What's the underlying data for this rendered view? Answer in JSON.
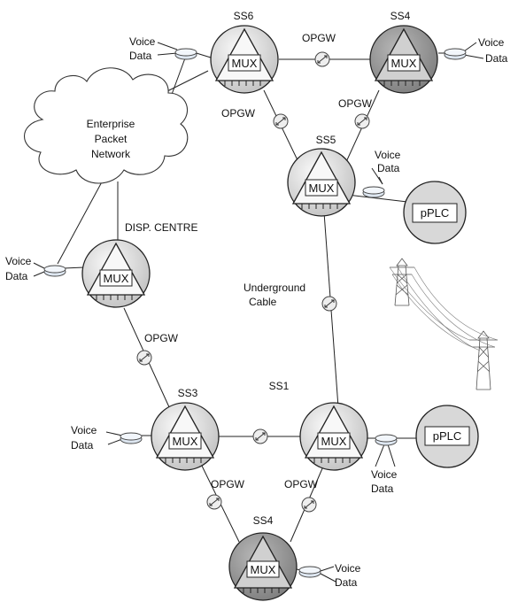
{
  "network": {
    "cloud_lines": [
      "Enterprise",
      "Packet",
      "Network"
    ],
    "nodes": {
      "ss6": {
        "name": "SS6",
        "mux": "MUX",
        "voice": "Voice",
        "data": "Data"
      },
      "ss4_top": {
        "name": "SS4",
        "mux": "MUX",
        "voice": "Voice",
        "data": "Data"
      },
      "ss5": {
        "name": "SS5",
        "mux": "MUX",
        "voice": "Voice",
        "data": "Data"
      },
      "disp": {
        "name": "DISP. CENTRE",
        "mux": "MUX",
        "voice": "Voice",
        "data": "Data"
      },
      "ss3": {
        "name": "SS3",
        "mux": "MUX",
        "voice": "Voice",
        "data": "Data"
      },
      "ss1": {
        "name": "SS1",
        "mux": "MUX",
        "voice": "Voice",
        "data": "Data"
      },
      "ss4_bottom": {
        "name": "SS4",
        "mux": "MUX",
        "voice": "Voice",
        "data": "Data"
      }
    },
    "pplc_upper": "pPLC",
    "pplc_lower": "pPLC",
    "link_labels": {
      "ss6_ss4": "OPGW",
      "ss6_ss5": "OPGW",
      "ss4_ss5": "OPGW",
      "underground_line1": "Underground",
      "underground_line2": "Cable",
      "disp_ss3": "OPGW",
      "ss3_ss4": "OPGW",
      "ss1_ss4": "OPGW"
    },
    "colors": {
      "mux_light": "#efefef",
      "mux_dark": "#9a9a9a",
      "triangle_light": "#f8f8f8",
      "triangle_dark": "#cfcfcf"
    }
  }
}
